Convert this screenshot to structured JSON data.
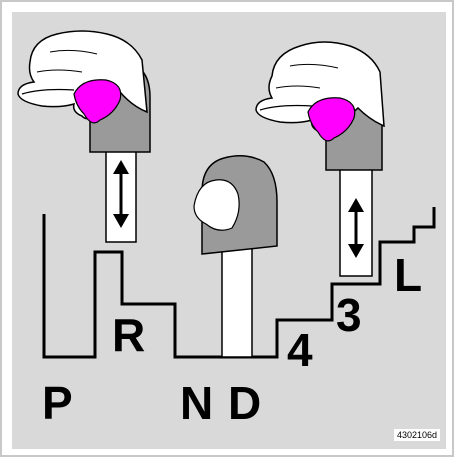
{
  "gears": {
    "p": "P",
    "r": "R",
    "n": "N",
    "d": "D",
    "four": "4",
    "three": "3",
    "l": "L"
  },
  "reference_code": "4302106d",
  "colors": {
    "background": "#d9d9d9",
    "knob": "#9a9a9a",
    "button": "#ff00ff",
    "line": "#000000",
    "hand": "#ffffff"
  },
  "icons": {
    "left_hand": "hand-gripping-knob-icon",
    "right_hand": "hand-gripping-knob-icon",
    "arrows": "double-headed-arrow-icon",
    "center_knob": "selector-knob-icon"
  }
}
